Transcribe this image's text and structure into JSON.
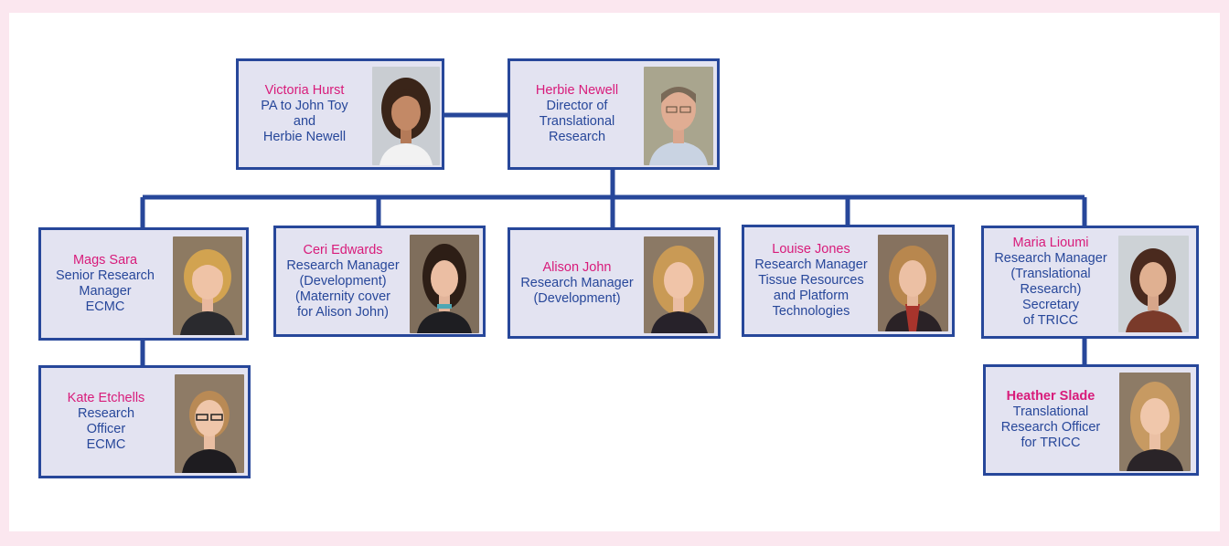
{
  "colors": {
    "page_background": "#fbe7ef",
    "panel": "#ffffff",
    "box_fill": "#e3e3f1",
    "box_border": "#27479a",
    "name_text": "#d81b7a",
    "role_text": "#27479a"
  },
  "people": {
    "victoria": {
      "name": "Victoria Hurst",
      "role": [
        "PA to John Toy",
        "and",
        "Herbie Newell"
      ]
    },
    "herbie": {
      "name": "Herbie Newell",
      "role": [
        "Director of",
        "Translational",
        "Research"
      ]
    },
    "mags": {
      "name": "Mags Sara",
      "role": [
        "Senior Research",
        "Manager",
        "ECMC"
      ]
    },
    "ceri": {
      "name": "Ceri Edwards",
      "role": [
        "Research Manager",
        "(Development)",
        "(Maternity cover",
        "for Alison John)"
      ]
    },
    "alison": {
      "name": "Alison John",
      "role": [
        "Research Manager",
        "(Development)"
      ]
    },
    "louise": {
      "name": "Louise Jones",
      "role": [
        "Research Manager",
        "Tissue Resources",
        "and Platform",
        "Technologies"
      ]
    },
    "maria": {
      "name": "Maria Lioumi",
      "role": [
        "Research Manager",
        "(Translational",
        "Research)",
        "Secretary",
        "of TRICC"
      ]
    },
    "kate": {
      "name": "Kate Etchells",
      "role": [
        "Research",
        "Officer",
        "ECMC"
      ]
    },
    "heather": {
      "name": "Heather Slade",
      "role": [
        "Translational",
        "Research Officer",
        "for TRICC"
      ]
    }
  }
}
